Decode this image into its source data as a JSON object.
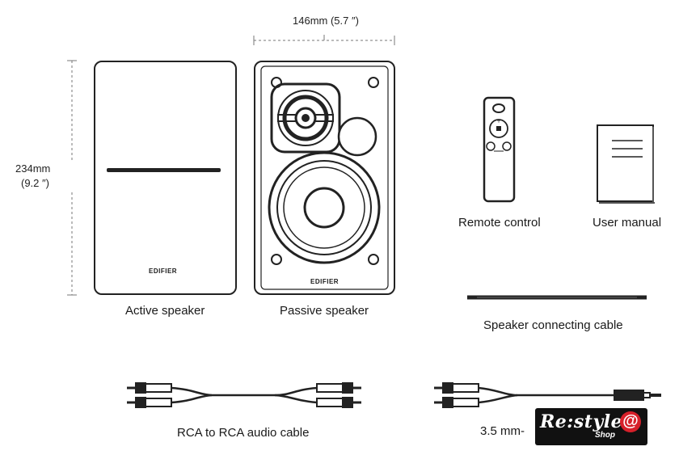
{
  "dimensions": {
    "width_label": "146mm (5.7 ″)",
    "height_label_mm": "234mm",
    "height_label_in": "(9.2 ″)"
  },
  "brand_text": "EDIFIER",
  "items": {
    "active_speaker": "Active speaker",
    "passive_speaker": "Passive speaker",
    "remote_control": "Remote control",
    "user_manual": "User manual",
    "speaker_cable": "Speaker connecting cable",
    "rca_cable": "RCA to RCA audio cable",
    "aux_cable": "3.5 mm-"
  },
  "watermark": {
    "brand": "Re:style",
    "sub": "Shop",
    "symbol": "@",
    "accent_color": "#d6202a"
  }
}
